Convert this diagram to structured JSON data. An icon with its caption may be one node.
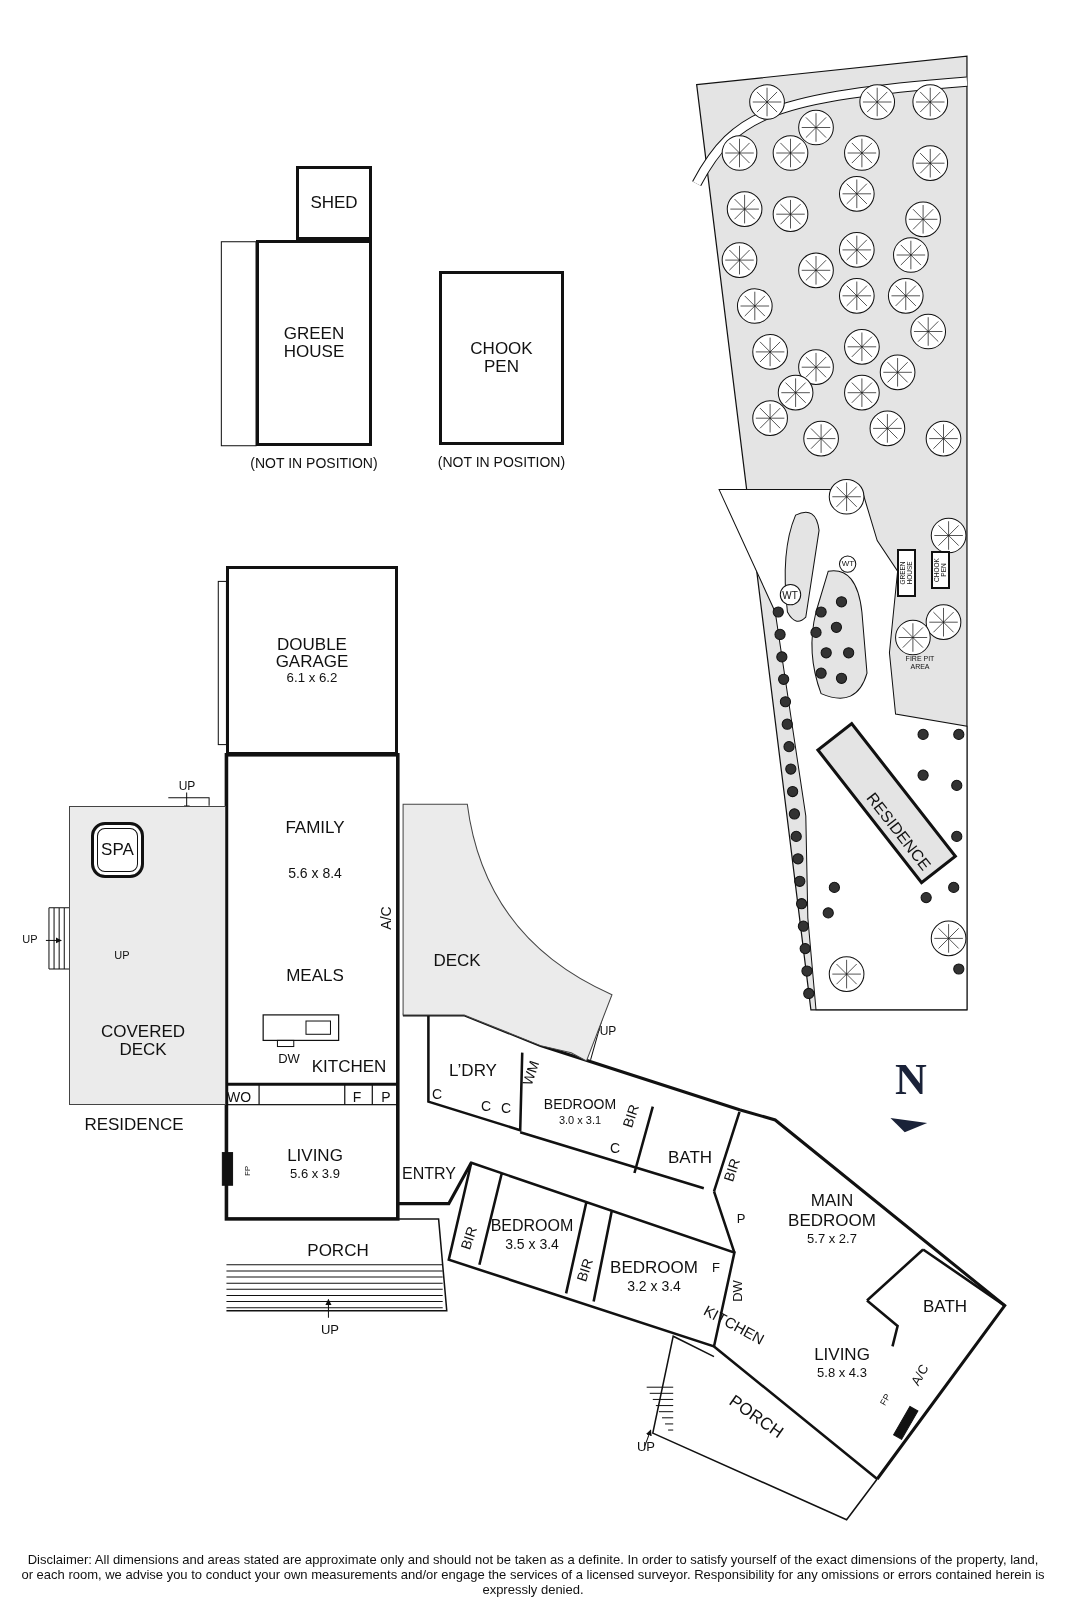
{
  "diagram": {
    "nodes": [
      {
        "text": [
          "SHED"
        ]
      },
      {
        "text": [
          "GREEN HOUSE"
        ],
        "beside": [
          "(NOT IN POSITION)"
        ]
      },
      {
        "text": [
          "CHOOK PEN"
        ],
        "beside": [
          "(NOT IN POSITION)"
        ]
      },
      {
        "text": [
          "DOUBLE GARAGE",
          "6.1 x 6.2"
        ]
      },
      {
        "text": [
          "COVERED DECK"
        ]
      },
      {
        "text": [
          "SPA"
        ],
        "in": 4
      },
      {
        "text": [
          "DECK"
        ]
      },
      {
        "text": [
          "GREEN HOUSE"
        ]
      },
      {
        "text": [
          "CHOOK PEN"
        ]
      }
    ],
    "labels": [
      "UP",
      "FAMILY",
      "5.6 x 8.4",
      "UP",
      "UP",
      "A/C",
      "MEALS",
      "UP",
      "DW",
      "KITCHEN",
      "L’DRY",
      "WM",
      "WO",
      "F",
      "P",
      "C",
      "C",
      "C",
      "BEDROOM",
      "RESIDENCE",
      "3.0 x 3.1",
      "BIR",
      "FP",
      "LIVING",
      "5.6 x 3.9",
      "ENTRY",
      "C",
      "BATH",
      "BIR",
      "BIR",
      "BEDROOM",
      "3.5 x 3.4",
      "P",
      "MAIN BEDROOM",
      "5.7 x 2.7",
      "PORCH",
      "BIR",
      "BEDROOM",
      "3.2 x 3.4",
      "F",
      "DW",
      "BATH",
      "UP",
      "KITCHEN",
      "LIVING",
      "5.8 x 4.3",
      "A/C",
      "PORCH",
      "FP",
      "UP",
      "WT",
      "WT",
      "FIRE PIT AREA",
      "RESIDENCE",
      "N",
      "Disclaimer: All dimensions and areas stated are approximate only and should not be taken as a definite. In order to satisfy yourself of the exact dimensions of the property, land, or each room, we advise you to conduct your own measurements and/or engage the services of a licensed surveyor. Responsibility for any omissions or errors contained herein is expressly denied."
    ]
  }
}
